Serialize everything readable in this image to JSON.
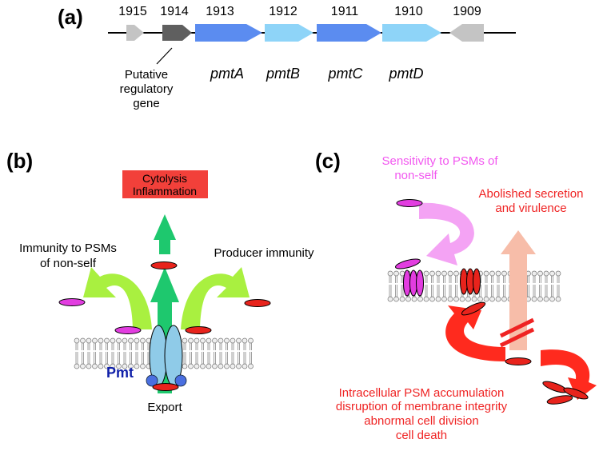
{
  "panel_a": {
    "label": "(a)",
    "gene_ids": [
      "1915",
      "1914",
      "1913",
      "1912",
      "1911",
      "1910",
      "1909"
    ],
    "gene_names": [
      "pmtA",
      "pmtB",
      "pmtC",
      "pmtD"
    ],
    "regulatory_label": [
      "Putative",
      "regulatory",
      "gene"
    ]
  },
  "panel_b": {
    "label": "(b)",
    "outcome_label": [
      "Cytolysis",
      "Inflammation"
    ],
    "immunity_nonself_label": [
      "Immunity to PSMs",
      "of non-self"
    ],
    "producer_immunity_label": "Producer immunity",
    "transporter_label": "Pmt",
    "export_label": "Export"
  },
  "panel_c": {
    "label": "(c)",
    "sensitivity_label": [
      "Sensitivity to PSMs of",
      "non-self"
    ],
    "abolished_label": [
      "Abolished secretion",
      "and virulence"
    ],
    "consequences_label": [
      "Intracellular PSM accumulation",
      "disruption of membrane integrity",
      "abnormal cell division",
      "cell death"
    ]
  },
  "colors": {
    "gene_dark_blue": "#5b8cf0",
    "gene_light_blue": "#8ed4f8",
    "gene_gray": "#c4c4c4",
    "gene_dark_gray": "#5f5f5f",
    "export_green": "#1ec86e",
    "curve_green": "#a9f040",
    "psm_red": "#e8231c",
    "psm_magenta": "#e23de0",
    "outcome_box": "#f2403a",
    "pmt_blue": "#0f1fa8",
    "transporter_fill": "#8fcbe8",
    "sensitivity_pink": "#f4a3f4",
    "sensitivity_text": "#f257f0",
    "abolished_peach": "#f7bda9",
    "red_text": "#ef2323"
  }
}
